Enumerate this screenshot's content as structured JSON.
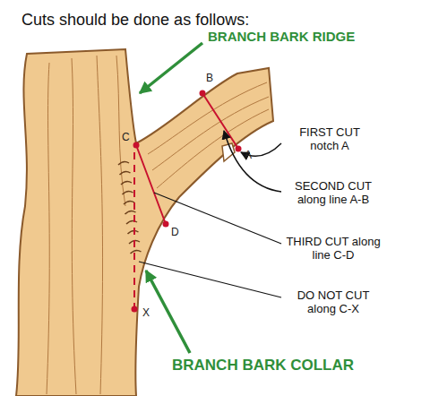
{
  "diagram": {
    "title": "Cuts should be done as follows:",
    "labels": [
      "BRANCH BARK RIDGE",
      "B",
      "C",
      "FIRST CUT notch A",
      "A",
      "SECOND CUT along line A-B",
      "THIRD CUT along line C-D",
      "D",
      "DO NOT CUT along C-X",
      "X",
      "BRANCH BARK COLLAR"
    ]
  }
}
